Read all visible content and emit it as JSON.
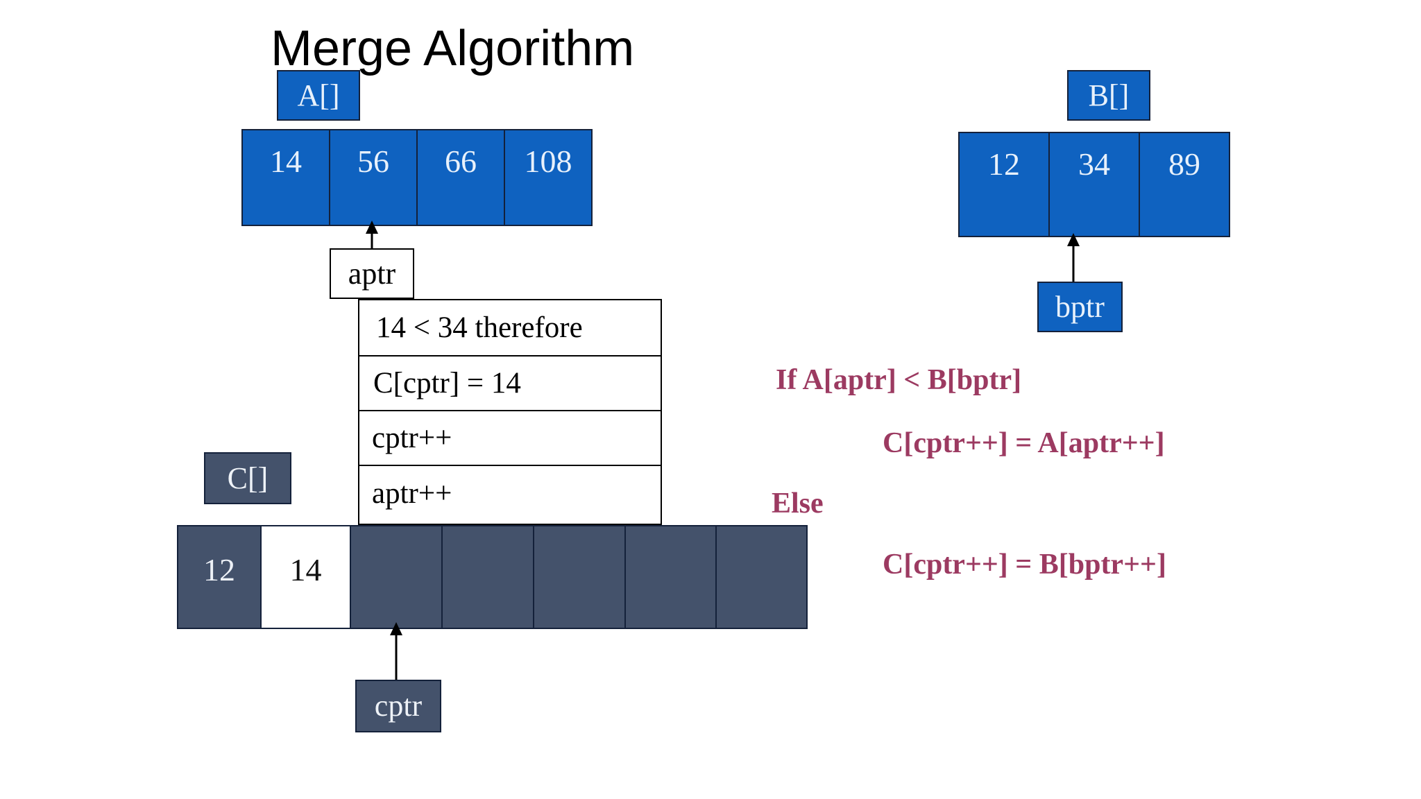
{
  "slide": {
    "title": "Merge Algorithm",
    "background_color": "#ffffff"
  },
  "colors": {
    "array_blue": "#0F62C0",
    "array_slate": "#44526B",
    "pseudocode_text": "#9C3A61",
    "border": "#14213a",
    "filled_cell_background": "#ffffff"
  },
  "arrays": {
    "a": {
      "label": "A[]",
      "values": [
        "14",
        "56",
        "66",
        "108"
      ],
      "pointer": {
        "label": "aptr",
        "index": 1
      }
    },
    "b": {
      "label": "B[]",
      "values": [
        "12",
        "34",
        "89"
      ],
      "pointer": {
        "label": "bptr",
        "index": 1
      }
    },
    "c": {
      "label": "C[]",
      "values": [
        "12",
        "14",
        "",
        "",
        "",
        "",
        ""
      ],
      "highlighted_index": 1,
      "pointer": {
        "label": "cptr",
        "index": 2
      }
    }
  },
  "step_table": {
    "rows": [
      "14 < 34 therefore",
      "C[cptr] = 14",
      "cptr++",
      "aptr++"
    ]
  },
  "pseudocode": {
    "lines": [
      "If A[aptr] < B[bptr]",
      "C[cptr++] = A[aptr++]",
      "Else",
      "C[cptr++] = B[bptr++]"
    ]
  }
}
